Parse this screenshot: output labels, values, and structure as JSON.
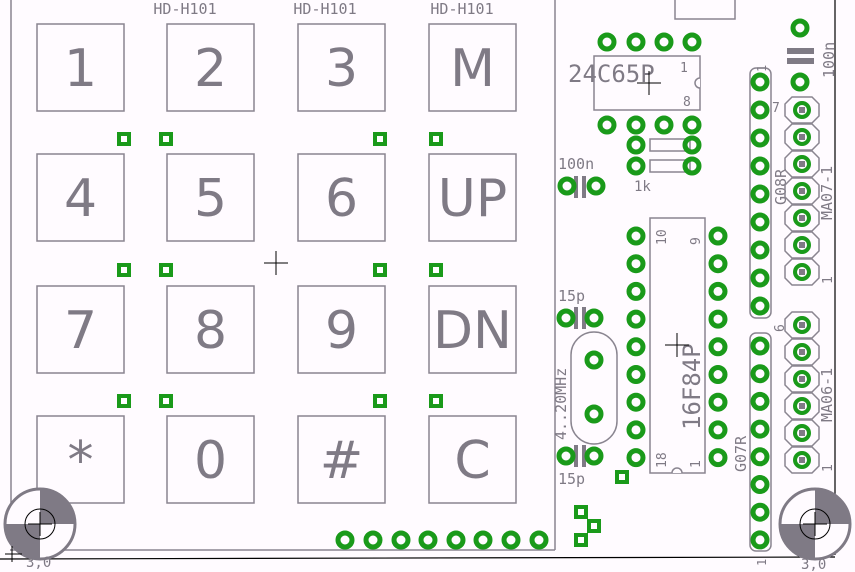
{
  "keypad": {
    "keys": [
      "1",
      "2",
      "3",
      "M",
      "4",
      "5",
      "6",
      "UP",
      "7",
      "8",
      "9",
      "DN",
      "*",
      "0",
      "#",
      "C"
    ],
    "column_labels": [
      "HD-H101",
      "HD-H101",
      "HD-H101"
    ]
  },
  "components": {
    "eeprom": {
      "name": "24C65P",
      "pin1": "1",
      "pin8": "8"
    },
    "mcu": {
      "name": "16F84P",
      "pin10": "10",
      "pin9": "9",
      "pin18": "18",
      "pin1": "1"
    },
    "cap_top": "100n",
    "cap_left": "100n",
    "resistor": "1k",
    "crystal": "4..20MHz",
    "cap_15p_top": "15p",
    "cap_15p_bottom": "15p",
    "header_top": {
      "name": "G08R",
      "pin1": "1",
      "pin7": "7"
    },
    "header_bottom": {
      "name": "G07R",
      "pin1": "1",
      "pin6": "6"
    },
    "conn_top": {
      "name": "MA07-1",
      "pin1": "1"
    },
    "conn_bottom": {
      "name": "MA06-1",
      "pin1": "1"
    },
    "hole_left": "3,0",
    "hole_right": "3,0"
  },
  "colors": {
    "pad": "#1a9a1a",
    "silk": "#7f7a85",
    "background": "#fffbff"
  }
}
